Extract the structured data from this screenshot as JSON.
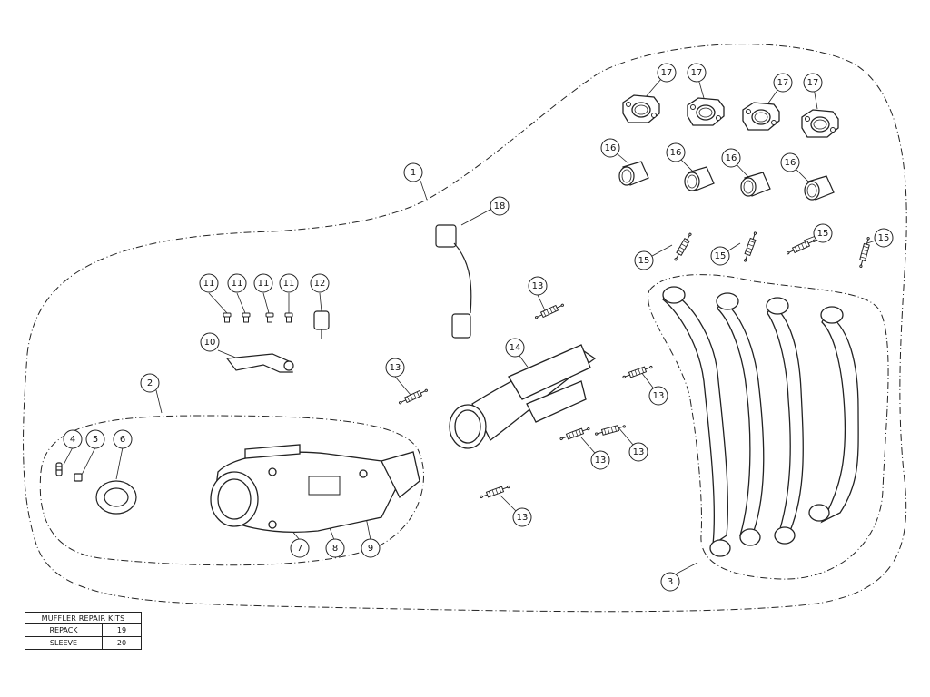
{
  "callouts": [
    {
      "label": "1"
    },
    {
      "label": "2"
    },
    {
      "label": "3"
    },
    {
      "label": "4"
    },
    {
      "label": "5"
    },
    {
      "label": "6"
    },
    {
      "label": "7"
    },
    {
      "label": "8"
    },
    {
      "label": "9"
    },
    {
      "label": "10"
    },
    {
      "label": "11"
    },
    {
      "label": "11"
    },
    {
      "label": "11"
    },
    {
      "label": "11"
    },
    {
      "label": "12"
    },
    {
      "label": "13"
    },
    {
      "label": "13"
    },
    {
      "label": "13"
    },
    {
      "label": "13"
    },
    {
      "label": "13"
    },
    {
      "label": "13"
    },
    {
      "label": "14"
    },
    {
      "label": "15"
    },
    {
      "label": "15"
    },
    {
      "label": "15"
    },
    {
      "label": "15"
    },
    {
      "label": "16"
    },
    {
      "label": "16"
    },
    {
      "label": "16"
    },
    {
      "label": "16"
    },
    {
      "label": "17"
    },
    {
      "label": "17"
    },
    {
      "label": "17"
    },
    {
      "label": "17"
    },
    {
      "label": "18"
    }
  ],
  "kit_table": {
    "title": "MUFFLER REPAIR KITS",
    "rows": [
      {
        "name": "REPACK",
        "number": "19"
      },
      {
        "name": "SLEEVE",
        "number": "20"
      }
    ]
  }
}
